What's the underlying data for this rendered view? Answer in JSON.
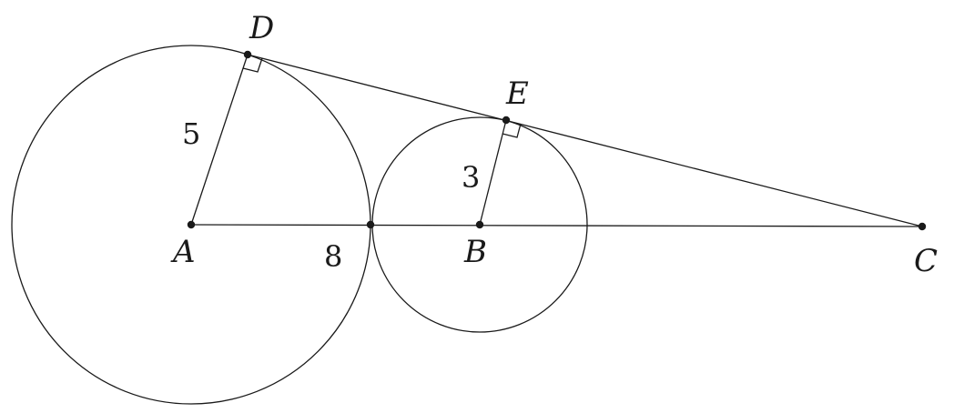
{
  "points": {
    "A": "A",
    "B": "B",
    "C": "C",
    "D": "D",
    "E": "E"
  },
  "lengths": {
    "AD": "5",
    "BE": "3",
    "AT": "8"
  },
  "colors": {
    "ink": "#1a1a1a",
    "background": "#ffffff"
  }
}
